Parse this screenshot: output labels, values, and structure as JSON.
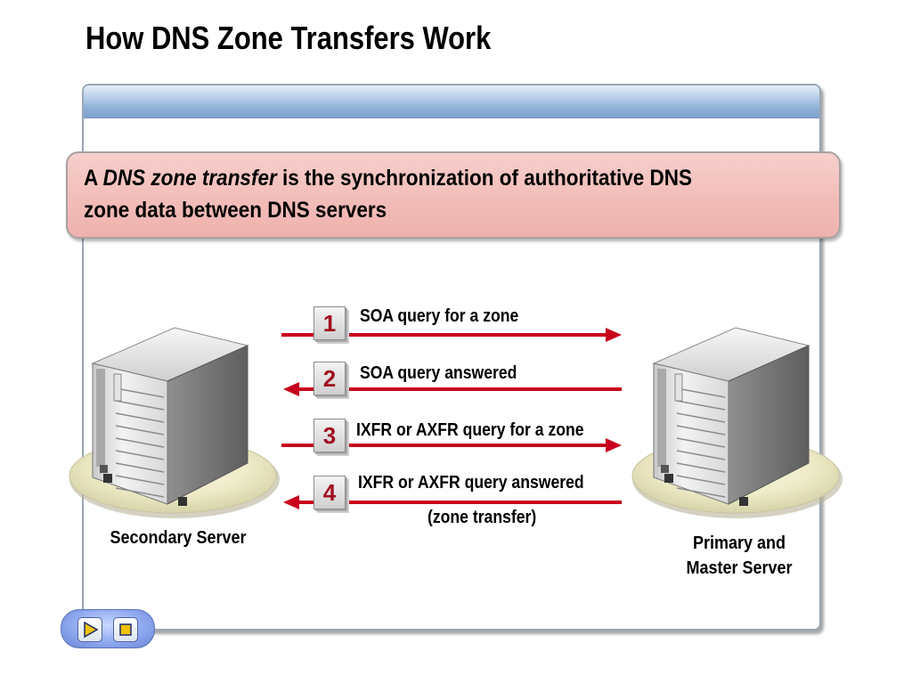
{
  "slide": {
    "title": "How DNS Zone Transfers Work"
  },
  "definition": {
    "prefix": "A ",
    "term": "DNS zone transfer",
    "line1_rest": " is the synchronization of authoritative DNS",
    "line2": "zone data between DNS servers"
  },
  "servers": {
    "secondary_label": "Secondary Server",
    "primary_label_line1": "Primary and",
    "primary_label_line2": "Master Server"
  },
  "steps": [
    {
      "number": "1",
      "text": "SOA query for a zone",
      "direction": "to-primary"
    },
    {
      "number": "2",
      "text": "SOA query answered",
      "direction": "to-secondary"
    },
    {
      "number": "3",
      "text": "IXFR or AXFR query for a zone",
      "direction": "to-primary"
    },
    {
      "number": "4",
      "text": "IXFR or AXFR query answered",
      "subtext": "(zone transfer)",
      "direction": "to-secondary"
    }
  ],
  "colors": {
    "arrow": "#c8001e",
    "step_number": "#a01020",
    "callout": "#f2bcb8",
    "header": "#8fb0d8"
  },
  "icons": {
    "play": "play-icon",
    "stop": "stop-icon",
    "server": "server-tower-icon"
  }
}
